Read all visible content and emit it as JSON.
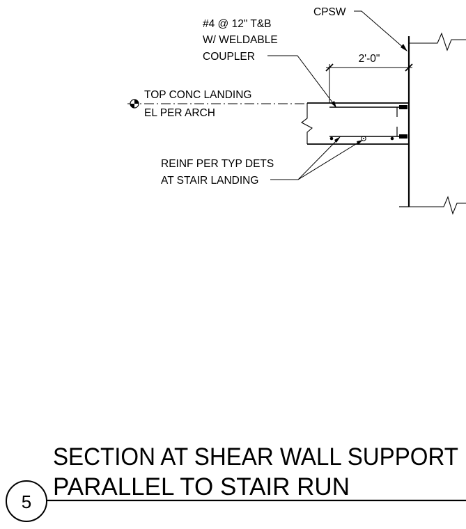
{
  "labels": {
    "rebar_line1": "#4 @ 12\" T&B",
    "rebar_line2": "W/ WELDABLE",
    "rebar_line3": "COUPLER",
    "wall": "CPSW",
    "dimension": "2'-0\"",
    "elev_line1": "TOP CONC LANDING",
    "elev_line2": "EL PER ARCH",
    "reinf_line1": "REINF PER TYP DETS",
    "reinf_line2": "AT STAIR LANDING"
  },
  "title": {
    "line1": "SECTION AT SHEAR WALL SUPPORT",
    "line2": "PARALLEL TO STAIR RUN",
    "detail_number": "5"
  }
}
